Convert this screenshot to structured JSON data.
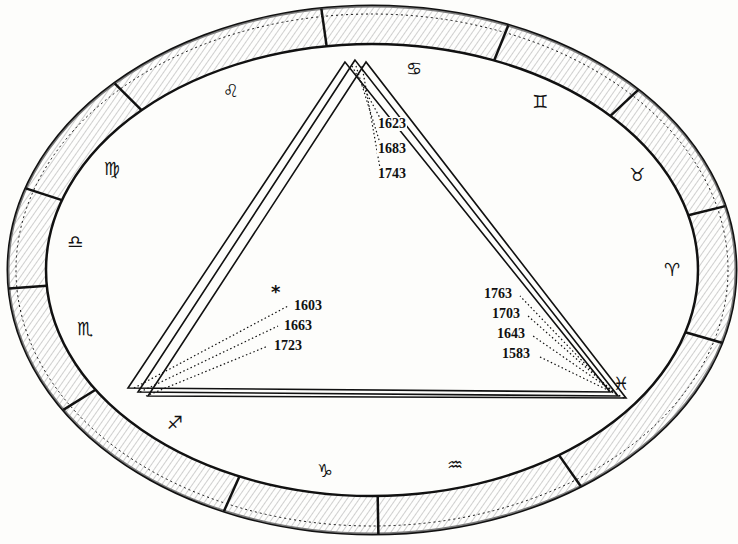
{
  "diagram": {
    "labels": [
      "1623",
      "1683",
      "1743",
      "1603",
      "1663",
      "1723",
      "1763",
      "1703",
      "1643",
      "1583",
      "*",
      "♈",
      "♉",
      "♊",
      "♋",
      "♌",
      "♍",
      "♎",
      "♏",
      "♐",
      "♑",
      "♒",
      "♓"
    ]
  }
}
